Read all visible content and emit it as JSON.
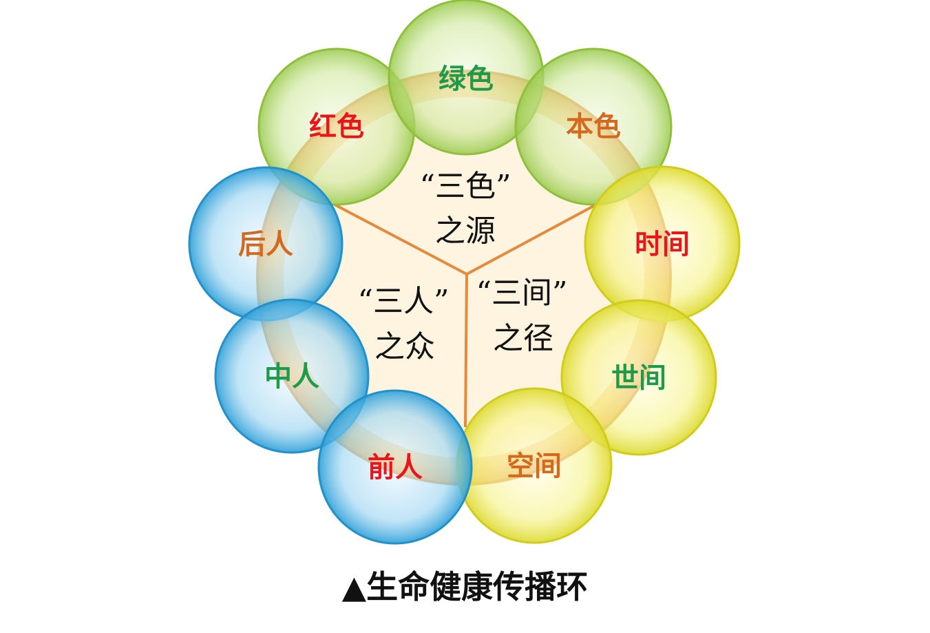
{
  "sectors": {
    "top": {
      "line1": "“三色”",
      "line2": "之源"
    },
    "left": {
      "line1": "“三人”",
      "line2": "之众"
    },
    "right": {
      "line1": "“三间”",
      "line2": "之径"
    }
  },
  "bubbles": {
    "green": {
      "label": "绿色",
      "color": "#1e9a4a"
    },
    "red": {
      "label": "红色",
      "color": "#e8161b"
    },
    "native": {
      "label": "本色",
      "color": "#d2691e"
    },
    "time": {
      "label": "时间",
      "color": "#e8161b"
    },
    "world": {
      "label": "世间",
      "color": "#1e9a4a"
    },
    "space": {
      "label": "空间",
      "color": "#d2691e"
    },
    "future": {
      "label": "后人",
      "color": "#d2691e"
    },
    "middle": {
      "label": "中人",
      "color": "#1e9a4a"
    },
    "past": {
      "label": "前人",
      "color": "#e8161b"
    }
  },
  "caption": "▲生命健康传播环",
  "colors": {
    "ring_fill": "#fdebc2",
    "ring_edge": "#e8a84a",
    "divider": "#e58a3c",
    "green_bubble": "#b5dc6a",
    "yellow_bubble": "#eef04a",
    "blue_bubble": "#4cb4e4"
  }
}
